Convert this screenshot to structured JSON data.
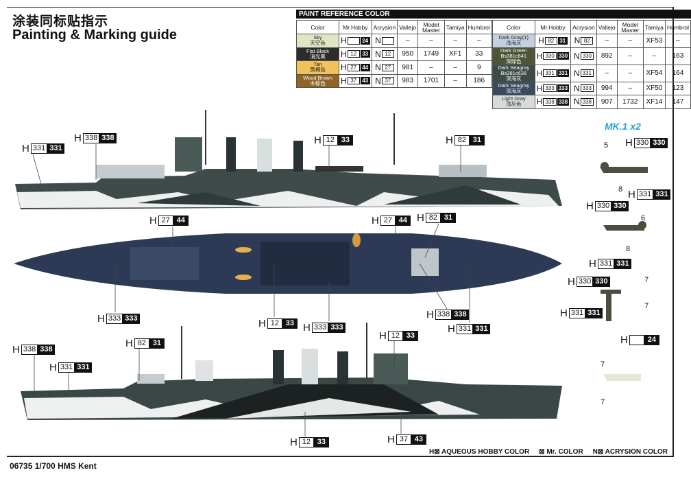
{
  "title_cn": "涂装同标贴指示",
  "title_en": "Painting & Marking guide",
  "paint_table": {
    "title": "PAINT  REFERENCE COLOR",
    "headers": [
      "Color",
      "Mr.Hobby",
      "Acrysion",
      "Vallejo",
      "Model Master",
      "Tamiya",
      "Humbrol"
    ],
    "left": [
      {
        "en": "Sky",
        "cn": "天空色",
        "swatch": "#dfe6c4",
        "h": "",
        "mr": "24",
        "n": "",
        "vallejo": "–",
        "mm": "–",
        "tamiya": "–",
        "humbrol": "–"
      },
      {
        "en": "Flat Black",
        "cn": "消光黑",
        "swatch": "#2c2c2c",
        "h": "12",
        "mr": "33",
        "n": "12",
        "vallejo": "950",
        "mm": "1749",
        "tamiya": "XF1",
        "humbrol": "33"
      },
      {
        "en": "Tan",
        "cn": "黄褐色",
        "swatch": "#efc35a",
        "h": "27",
        "mr": "44",
        "n": "27",
        "vallejo": "981",
        "mm": "–",
        "tamiya": "–",
        "humbrol": "9"
      },
      {
        "en": "Wood Brown",
        "cn": "木棕色",
        "swatch": "#8f6426",
        "h": "37",
        "mr": "43",
        "n": "37",
        "vallejo": "983",
        "mm": "1701",
        "tamiya": "–",
        "humbrol": "186"
      }
    ],
    "right": [
      {
        "en": "Dark Gray(1)",
        "cn": "浅海灰",
        "swatch": "#c3d1de",
        "h": "82",
        "mr": "31",
        "n": "82",
        "vallejo": "–",
        "mm": "–",
        "tamiya": "XF53",
        "humbrol": "–"
      },
      {
        "en": "Dark Green Bs381c641",
        "cn": "深绿色",
        "swatch": "#4c5536",
        "h": "330",
        "mr": "330",
        "n": "330",
        "vallejo": "892",
        "mm": "–",
        "tamiya": "–",
        "humbrol": "163"
      },
      {
        "en": "Dark Seagray Bs381c638",
        "cn": "深海灰",
        "swatch": "#3d4a48",
        "h": "331",
        "mr": "331",
        "n": "331",
        "vallejo": "–",
        "mm": "–",
        "tamiya": "XF54",
        "humbrol": "164"
      },
      {
        "en": "Dark Seagray",
        "cn": "深海灰",
        "swatch": "#3a4a60",
        "h": "333",
        "mr": "333",
        "n": "333",
        "vallejo": "994",
        "mm": "–",
        "tamiya": "XF50",
        "humbrol": "123"
      },
      {
        "en": "Light Gray",
        "cn": "浅灰色",
        "swatch": "#d6dadb",
        "h": "338",
        "mr": "338",
        "n": "338",
        "vallejo": "907",
        "mm": "1732",
        "tamiya": "XF14",
        "humbrol": "147"
      }
    ]
  },
  "callouts": [
    {
      "h": "331",
      "mr": "331"
    },
    {
      "h": "338",
      "mr": "338"
    },
    {
      "h": "12",
      "mr": "33"
    },
    {
      "h": "82",
      "mr": "31"
    },
    {
      "h": "27",
      "mr": "44"
    },
    {
      "h": "27",
      "mr": "44"
    },
    {
      "h": "82",
      "mr": "31"
    },
    {
      "h": "333",
      "mr": "333"
    },
    {
      "h": "12",
      "mr": "33"
    },
    {
      "h": "333",
      "mr": "333"
    },
    {
      "h": "338",
      "mr": "338"
    },
    {
      "h": "331",
      "mr": "331"
    },
    {
      "h": "338",
      "mr": "338"
    },
    {
      "h": "82",
      "mr": "31"
    },
    {
      "h": "331",
      "mr": "331"
    },
    {
      "h": "12",
      "mr": "33"
    },
    {
      "h": "12",
      "mr": "33"
    },
    {
      "h": "37",
      "mr": "43"
    },
    {
      "h": "330",
      "mr": "330"
    },
    {
      "h": "331",
      "mr": "331"
    },
    {
      "h": "330",
      "mr": "330"
    },
    {
      "h": "331",
      "mr": "331"
    },
    {
      "h": "330",
      "mr": "330"
    },
    {
      "h": "331",
      "mr": "331"
    },
    {
      "h": "",
      "mr": "24"
    }
  ],
  "h_letter": "H",
  "n_letter": "N",
  "aircraft": {
    "title": "MK.1 x2",
    "marks": [
      "5",
      "8",
      "6",
      "8",
      "7",
      "7",
      "7",
      "7"
    ]
  },
  "legend": [
    "H⊠ AQUEOUS HOBBY COLOR",
    "⊠ Mr. COLOR",
    "N⊠ ACRYSION COLOR"
  ],
  "footer": "06735 1/700 HMS Kent"
}
